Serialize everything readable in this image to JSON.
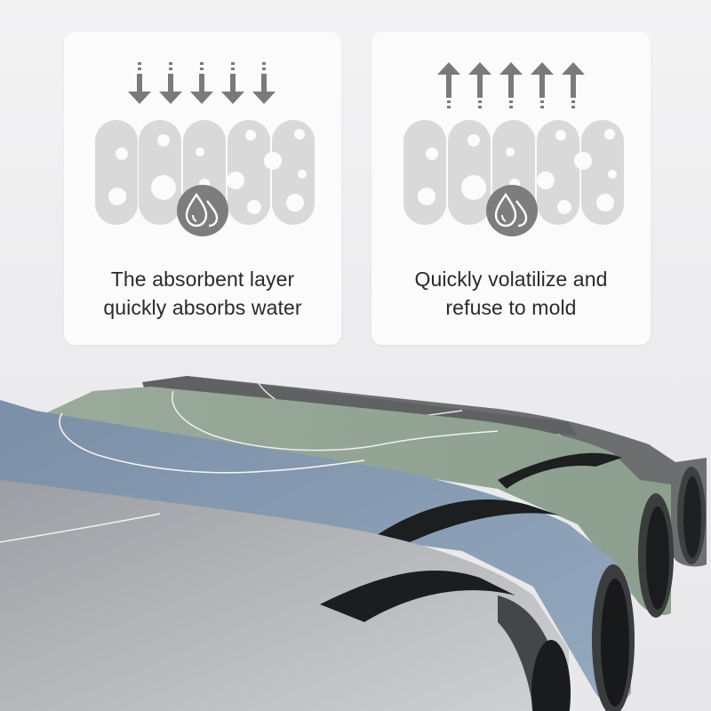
{
  "cards": [
    {
      "id": "absorb",
      "arrow_direction": "down",
      "arrow_count": 5,
      "icon": "water-drops-icon",
      "caption_line1": "The absorbent layer",
      "caption_line2": "quickly absorbs water"
    },
    {
      "id": "volatilize",
      "arrow_direction": "up",
      "arrow_count": 5,
      "icon": "water-drops-icon",
      "caption_line1": "Quickly volatilize and",
      "caption_line2": "refuse to mold"
    }
  ],
  "photo": {
    "subject": "rolled-diatomite-mats",
    "mat_colors": [
      "#c9cbcf",
      "#7e93ab",
      "#8fa291",
      "#6f7172",
      "#5a5c5d"
    ]
  },
  "colors": {
    "background": "#eeeeef",
    "card": "#fbfbfb",
    "arrow": "#7a7a7a",
    "layer": "#d9d9d9",
    "drop_circle": "#7d7d7d",
    "text": "#2a2a2a"
  }
}
